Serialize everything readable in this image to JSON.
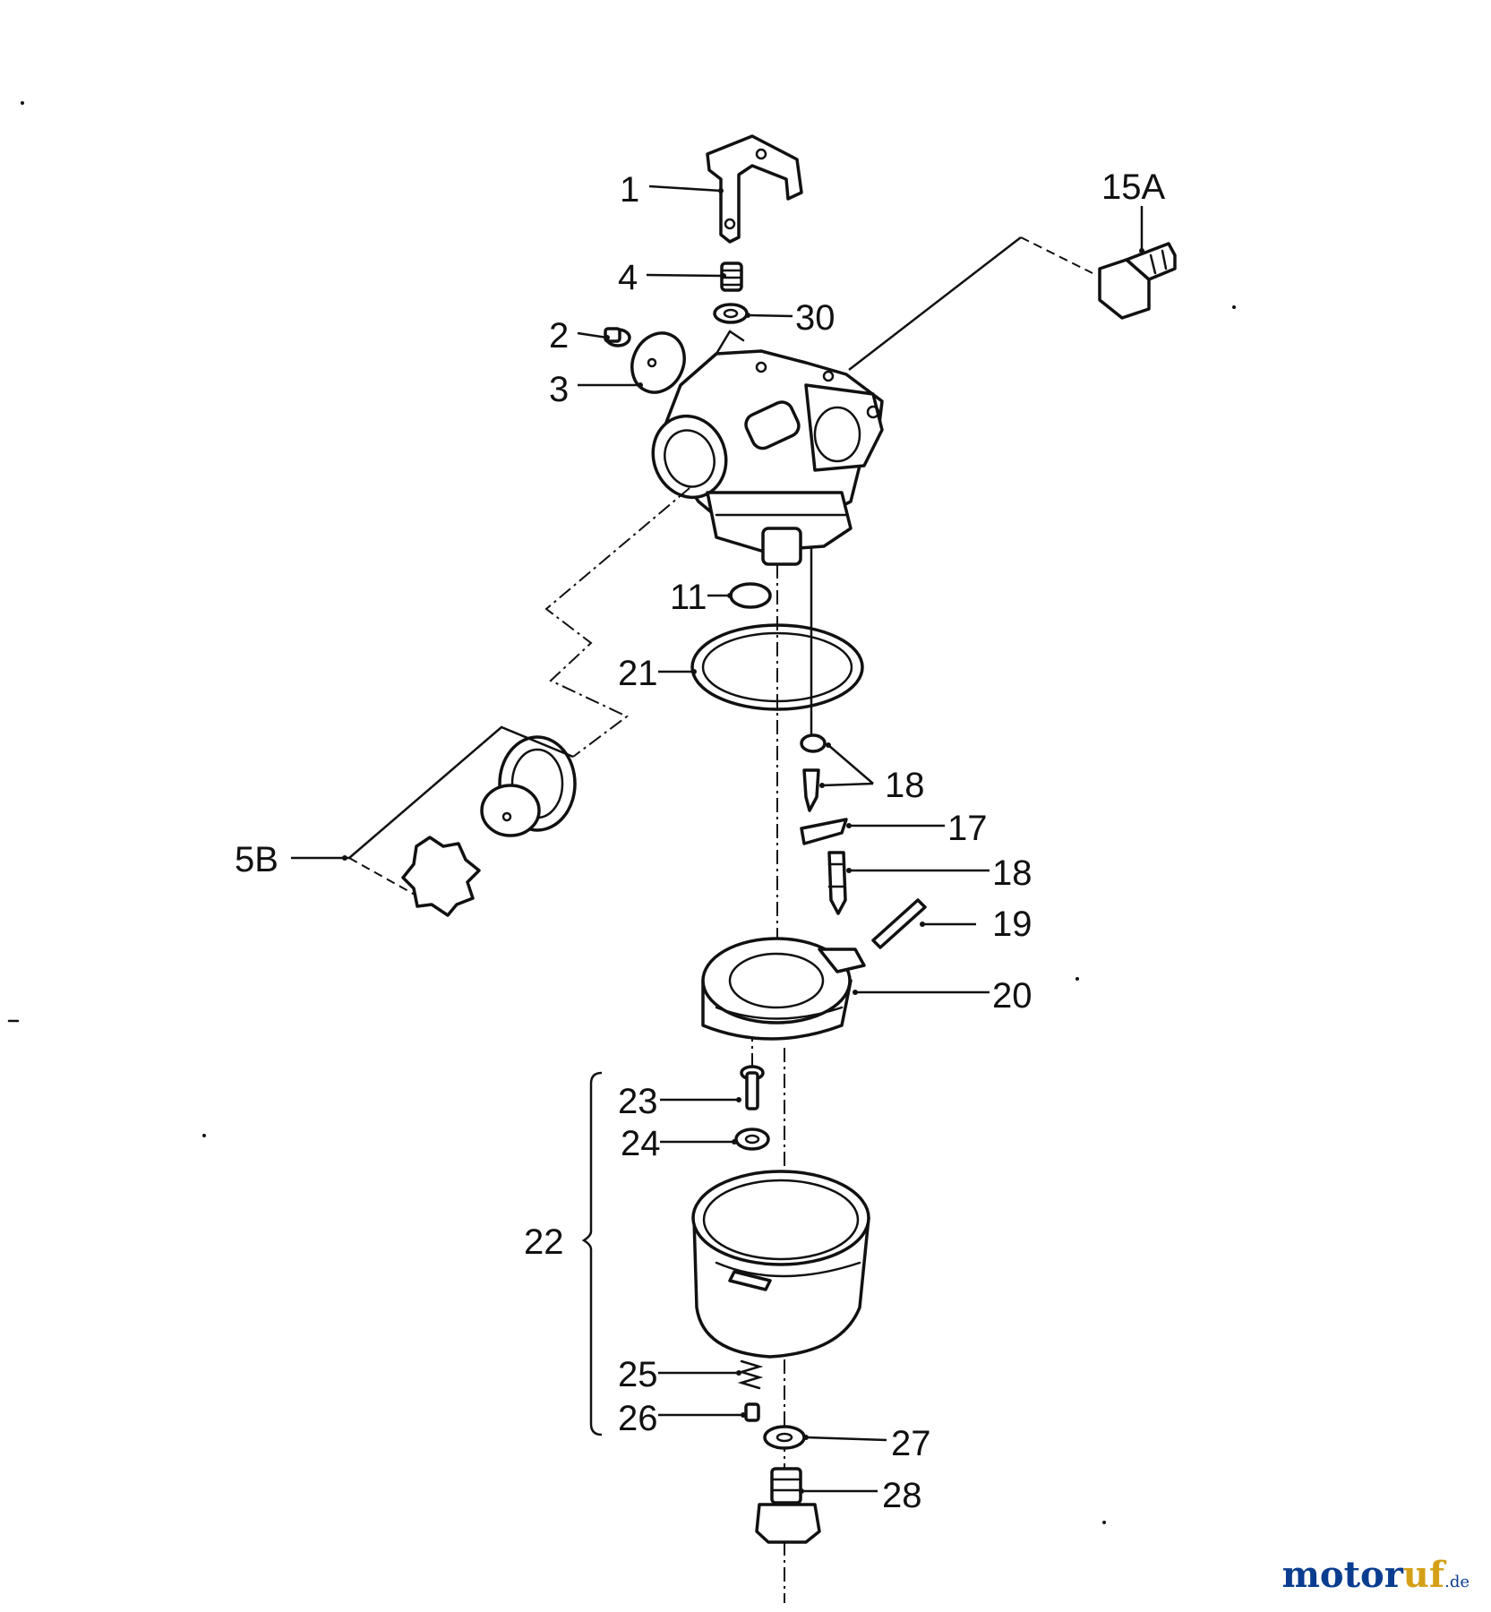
{
  "diagram": {
    "callouts": [
      "1",
      "4",
      "30",
      "2",
      "3",
      "15A",
      "11",
      "21",
      "18",
      "17",
      "18",
      "19",
      "20",
      "5B",
      "23",
      "24",
      "22",
      "25",
      "26",
      "27",
      "28"
    ]
  },
  "watermark": {
    "part1": "motor",
    "part2": "uf",
    "part3": ".de"
  }
}
